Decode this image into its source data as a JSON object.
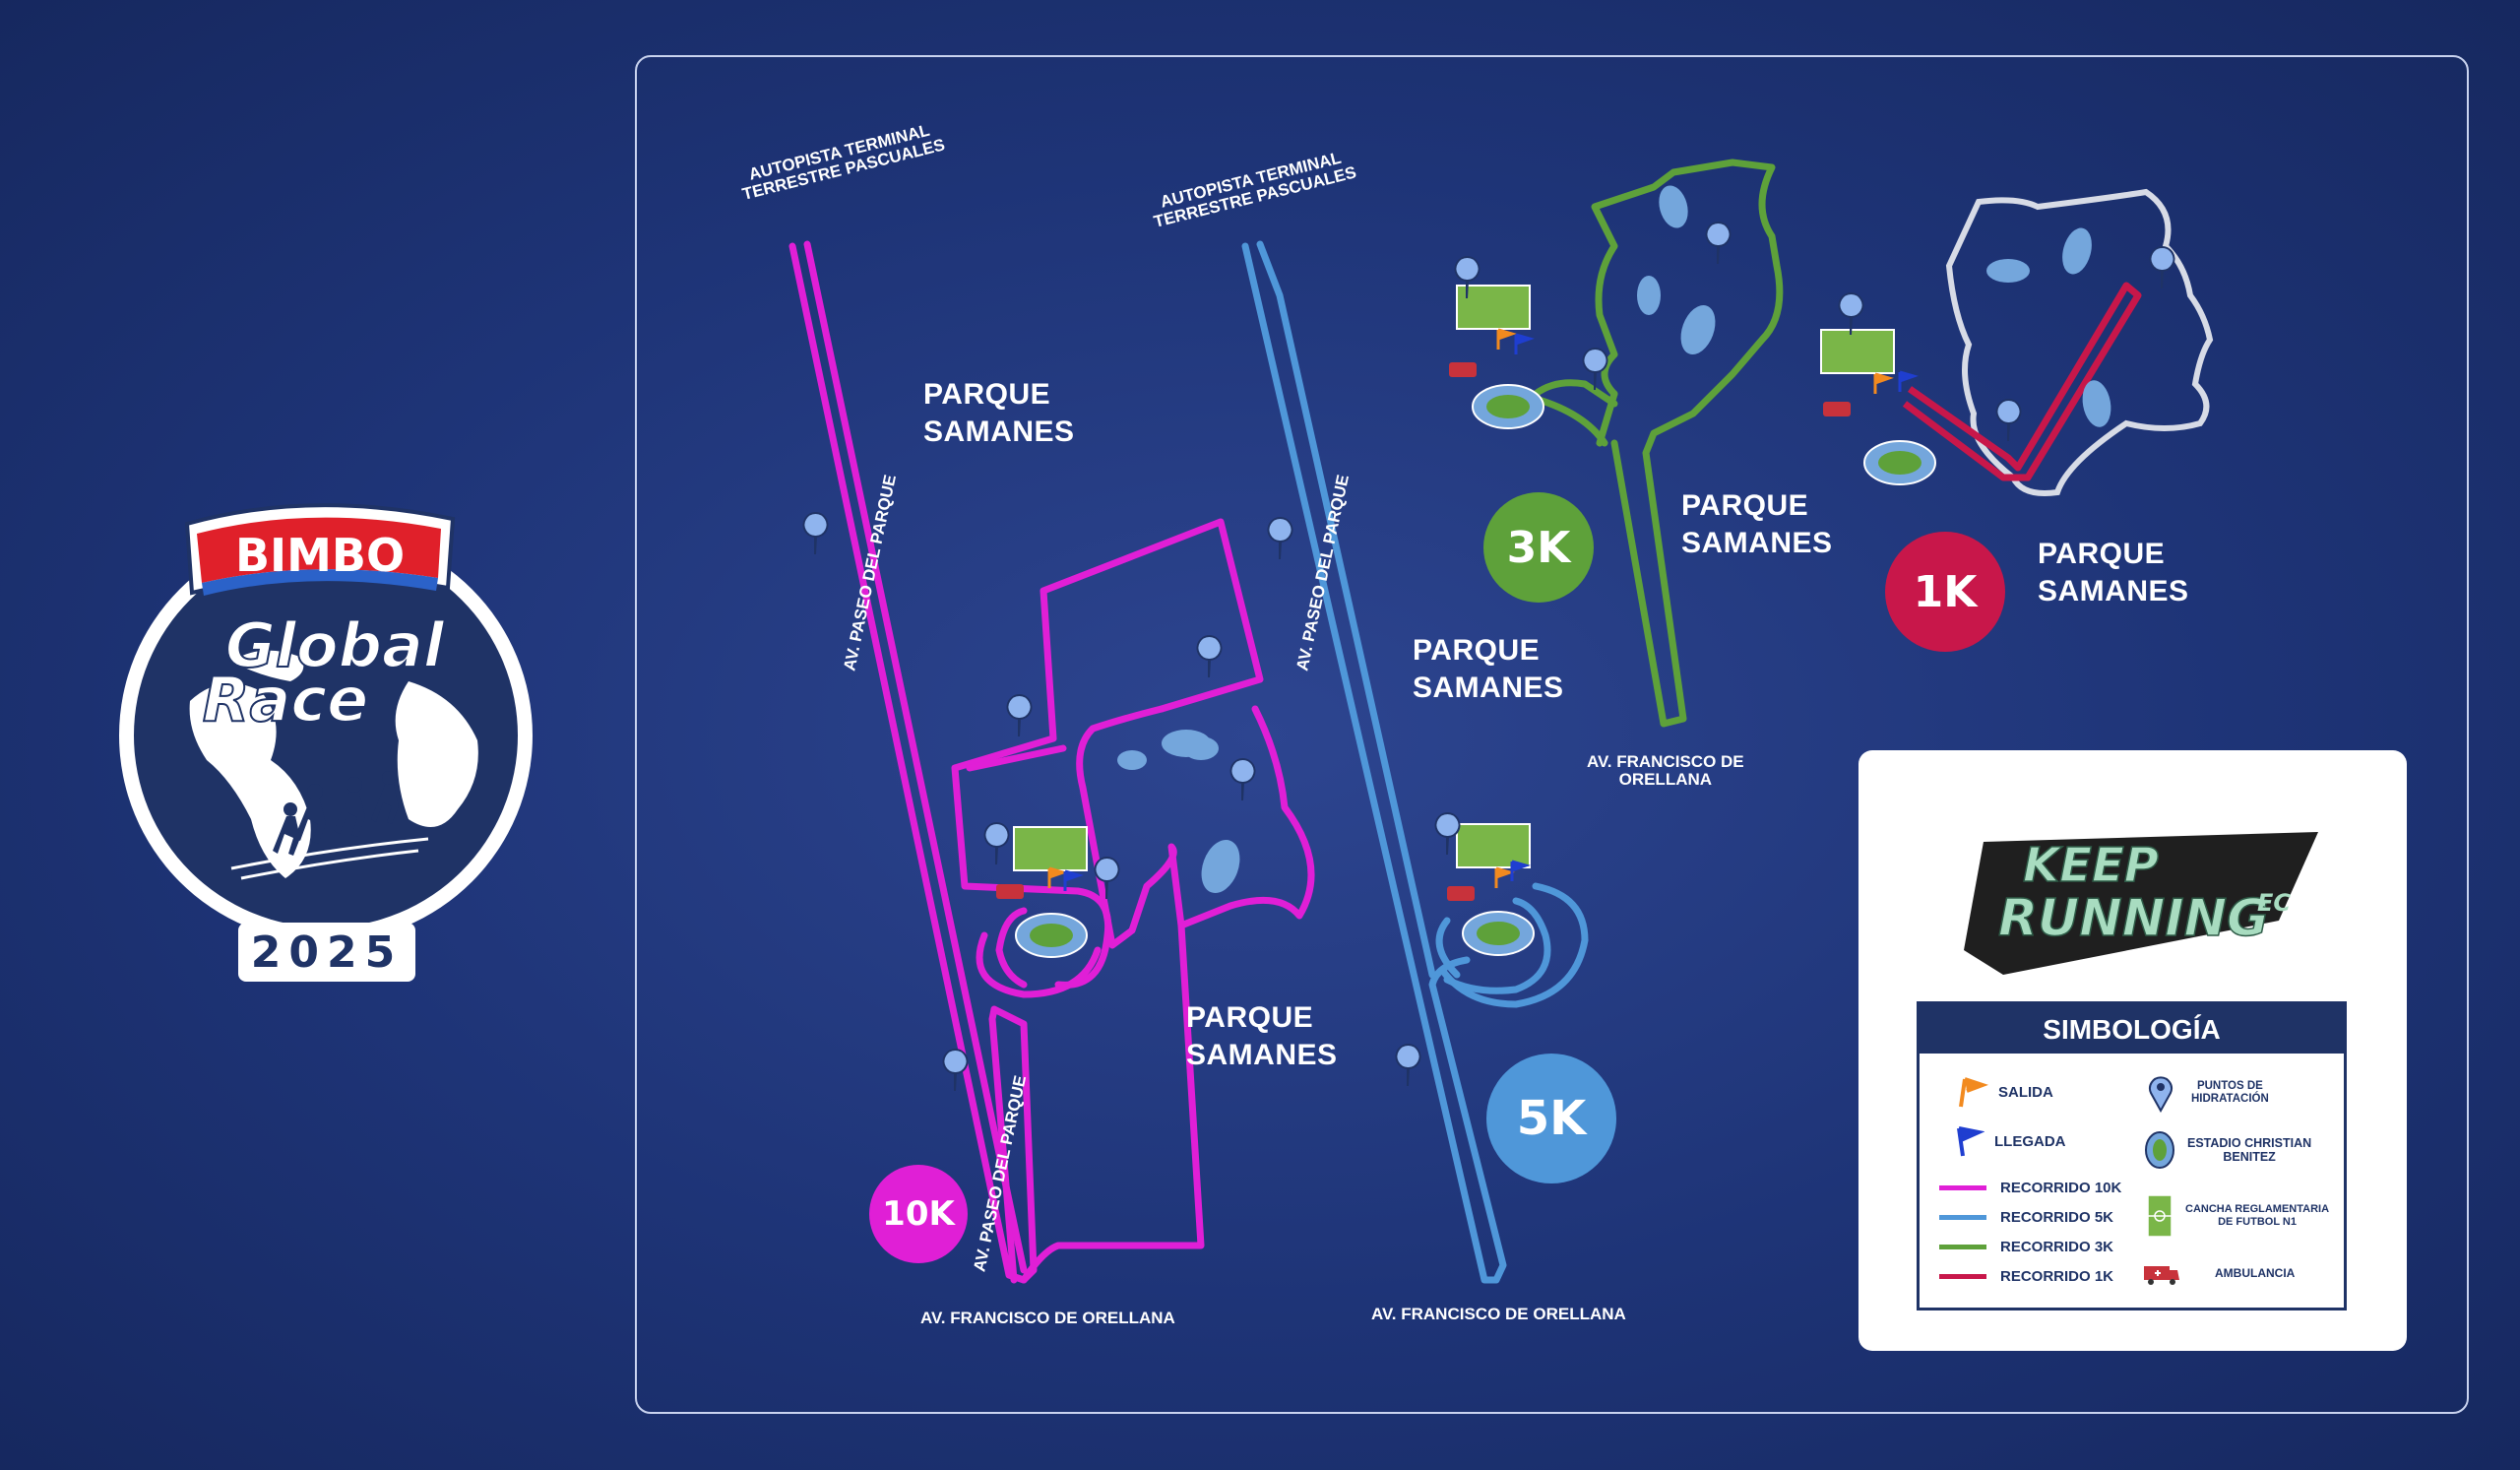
{
  "logo": {
    "brand": "BIMBO",
    "line1": "Global",
    "line2": "Race",
    "year": "2025"
  },
  "map": {
    "routes": {
      "r10k": {
        "badge": "10K",
        "color": "#e01fd6"
      },
      "r5k": {
        "badge": "5K",
        "color": "#4f97d9"
      },
      "r3k": {
        "badge": "3K",
        "color": "#5ea13a"
      },
      "r1k": {
        "badge": "1K",
        "color": "#c8174a"
      }
    },
    "labels": {
      "park_10k_top_1": "PARQUE",
      "park_10k_top_2": "SAMANES",
      "park_10k_bottom_1": "PARQUE",
      "park_10k_bottom_2": "SAMANES",
      "park_5k_1": "PARQUE",
      "park_5k_2": "SAMANES",
      "park_3k_1": "PARQUE",
      "park_3k_2": "SAMANES",
      "park_1k_1": "PARQUE",
      "park_1k_2": "SAMANES",
      "autopista_10k_1": "AUTOPISTA TERMINAL",
      "autopista_10k_2": "TERRESTRE PASCUALES",
      "autopista_5k_1": "AUTOPISTA TERMINAL",
      "autopista_5k_2": "TERRESTRE PASCUALES",
      "paseo_10k_a": "AV. PASEO DEL PARQUE",
      "paseo_10k_b": "AV. PASEO DEL PARQUE",
      "paseo_5k": "AV. PASEO DEL PARQUE",
      "orellana_10k": "AV. FRANCISCO DE ORELLANA",
      "orellana_5k": "AV. FRANCISCO DE ORELLANA",
      "orellana_3k_1": "AV. FRANCISCO DE",
      "orellana_3k_2": "ORELLANA"
    }
  },
  "legend": {
    "keep": "KEEP",
    "running": "RUNNING",
    "ec": "EC",
    "title": "SIMBOLOGÍA",
    "salida": "SALIDA",
    "llegada": "LLEGADA",
    "rec10k": "RECORRIDO 10K",
    "rec5k": "RECORRIDO 5K",
    "rec3k": "RECORRIDO 3K",
    "rec1k": "RECORRIDO 1K",
    "hidra_1": "PUNTOS DE",
    "hidra_2": "HIDRATACIÓN",
    "estadio_1": "ESTADIO CHRISTIAN",
    "estadio_2": "BENITEZ",
    "cancha_1": "CANCHA REGLAMENTARIA",
    "cancha_2": "DE FUTBOL N1",
    "ambulancia": "AMBULANCIA",
    "colors": {
      "salida": "#f28a1f",
      "llegada": "#1f3ed0",
      "ambulance": "#c8323b",
      "field": "#7ab648"
    }
  }
}
